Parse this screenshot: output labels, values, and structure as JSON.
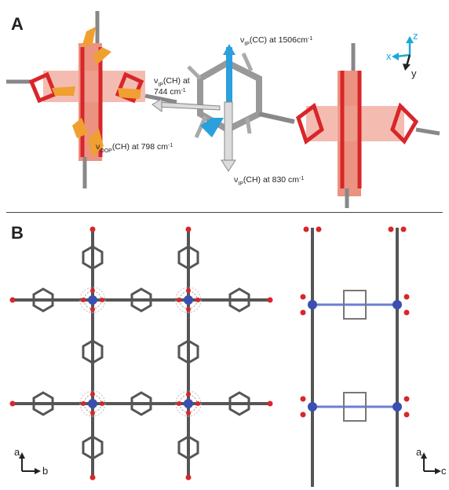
{
  "panels": {
    "a_label": "A",
    "b_label": "B"
  },
  "annotations": {
    "vip_cc": "ν",
    "vip_cc_sub": "IP",
    "vip_cc_rest": "(CC) at 1506cm",
    "vip_cc_sup": "-1",
    "vip_ch_line1": "ν",
    "vip_ch_sub": "IP",
    "vip_ch_rest": "(CH) at",
    "vip_ch_line2": "744 cm",
    "vip_ch_sup": "-1",
    "voop_ch": "ν",
    "voop_ch_sub": "OOP",
    "voop_ch_rest": "(CH) at 798 cm",
    "voop_ch_sup": "-1",
    "vip_ch2": "ν",
    "vip_ch2_sub": "IP",
    "vip_ch2_rest": "(CH) at 830 cm",
    "vip_ch2_sup": "-1"
  },
  "axes": {
    "panel_a": {
      "z": "z",
      "x": "x",
      "y": "y"
    },
    "panel_b_left": {
      "vertical": "a",
      "horizontal": "b"
    },
    "panel_b_right": {
      "vertical": "a",
      "horizontal": "c"
    }
  },
  "colors": {
    "oxygen": "#d8262a",
    "copper": "#e8806a",
    "carbon": "#7a7a7a",
    "hydrogen": "#e0e0e0",
    "nitrogen": "#3a4fb0",
    "arrow_orange": "#f0a030",
    "arrow_blue": "#2aa0dc",
    "axis_cyan": "#1aa8d8"
  }
}
